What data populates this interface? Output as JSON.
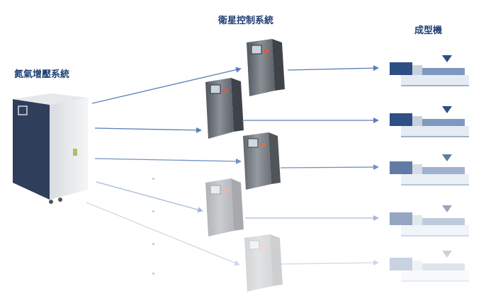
{
  "labels": {
    "generator": "氮氣增壓系統",
    "controller": "衛星控制系統",
    "molding_machine": "成型機"
  },
  "colors": {
    "title_text": "#1f3f74",
    "arrow": "#5a7fb8",
    "generator_panel": "#2f3e5a",
    "controller_body": "#6d737a",
    "machine_blue": "#2e4f86"
  },
  "branches": [
    {
      "opacity": 1.0
    },
    {
      "opacity": 1.0
    },
    {
      "opacity": 0.85
    },
    {
      "opacity": 0.55
    },
    {
      "opacity": 0.3
    }
  ]
}
